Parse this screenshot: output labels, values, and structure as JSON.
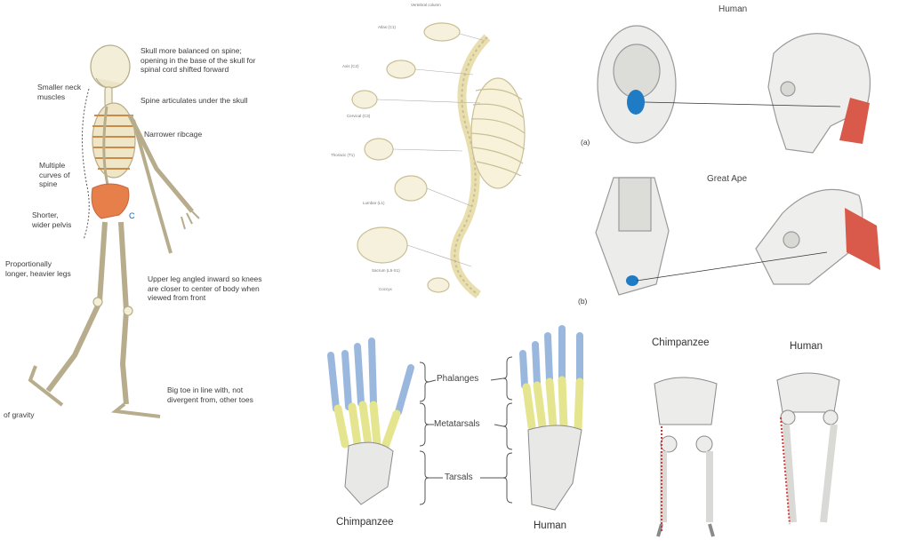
{
  "skeleton_panel": {
    "callouts": [
      "Skull more balanced on spine;\nopening in the base of the skull for\nspinal cord shifted forward",
      "Spine articulates under the skull",
      "Narrower ribcage",
      "Smaller neck\nmuscles",
      "Multiple\ncurves of\nspine",
      "Shorter,\nwider pelvis",
      "Proportionally\nlonger, heavier legs",
      "Upper leg angled inward so knees\nare closer to center of body when\nviewed from front",
      "Big toe in line with, not\ndivergent from, other toes",
      "of gravity"
    ],
    "pelvis_marker": "C"
  },
  "vertebrae_panel": {
    "labels": [
      "Vertebral column",
      "Atlas (C1)",
      "Axis (C2)",
      "Cervical (C3)",
      "Thoracic (T1)",
      "Lumbar (L1)",
      "Sacrum (L5-S1)",
      "Coccyx"
    ]
  },
  "skull_panel": {
    "human_title": "Human",
    "ape_title": "Great Ape",
    "label_a": "(a)",
    "label_b": "(b)"
  },
  "foot_panel": {
    "labels": [
      "Phalanges",
      "Metatarsals",
      "Tarsals"
    ],
    "left_title": "Chimpanzee",
    "right_title": "Human"
  },
  "pelvis_panel": {
    "left_title": "Chimpanzee",
    "right_title": "Human"
  },
  "colors": {
    "bone": "#f3eed8",
    "bone_outline": "#b7ad8c",
    "pelvis": "#e67f4a",
    "foramen": "#1f7bc4",
    "muscle": "#d95a4a",
    "phalanges": "#9ab8dd",
    "metatarsals": "#e6e58f",
    "dotted_red": "#d23a3a"
  }
}
